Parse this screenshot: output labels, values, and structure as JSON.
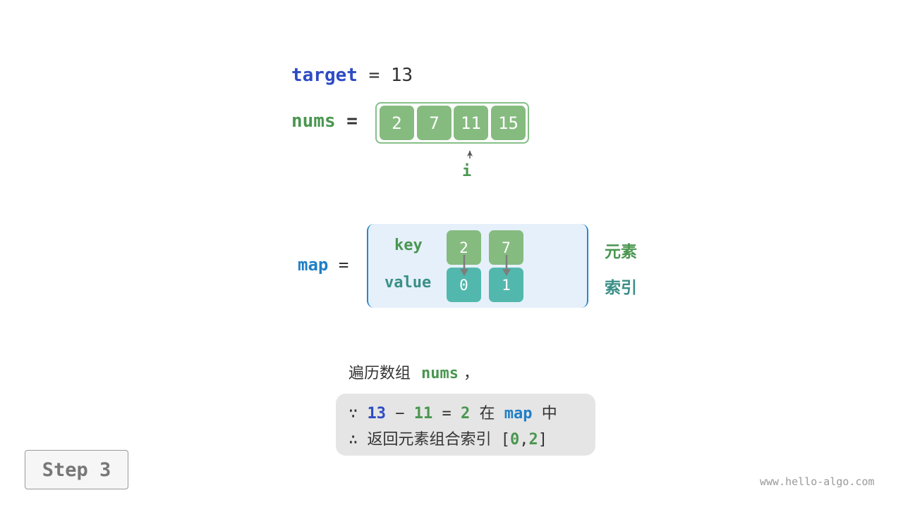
{
  "target": {
    "label": "target",
    "eq": "=",
    "value": "13",
    "color": "#2d4bc4"
  },
  "nums": {
    "label": "nums",
    "eq": "=",
    "values": [
      "2",
      "7",
      "11",
      "15"
    ],
    "color": "#4a9650",
    "cell_color": "#86bb80"
  },
  "pointer": {
    "label": "i",
    "points_to_index": 2
  },
  "map": {
    "label": "map",
    "eq": "=",
    "key_label": "key",
    "value_label": "value",
    "keys": [
      "2",
      "7"
    ],
    "values": [
      "0",
      "1"
    ],
    "key_side_label": "元素",
    "value_side_label": "索引",
    "key_color": "#86bb80",
    "value_color": "#52b8ad",
    "bg_color": "#e5f0fa"
  },
  "description": {
    "text": "遍历数组",
    "var": "nums",
    "punct": "，"
  },
  "note": {
    "because_symbol": "∵",
    "because_a": "13",
    "minus": "−",
    "because_b": "11",
    "equals": "=",
    "because_c": "2",
    "in_text": "在",
    "map_ref": "map",
    "mid_text": "中",
    "therefore_symbol": "∴",
    "therefore_text": "返回元素组合索引",
    "open": "[",
    "r0": "0",
    "comma": ",",
    "r1": "2",
    "close": "]"
  },
  "step_label": "Step 3",
  "watermark": "www.hello-algo.com"
}
